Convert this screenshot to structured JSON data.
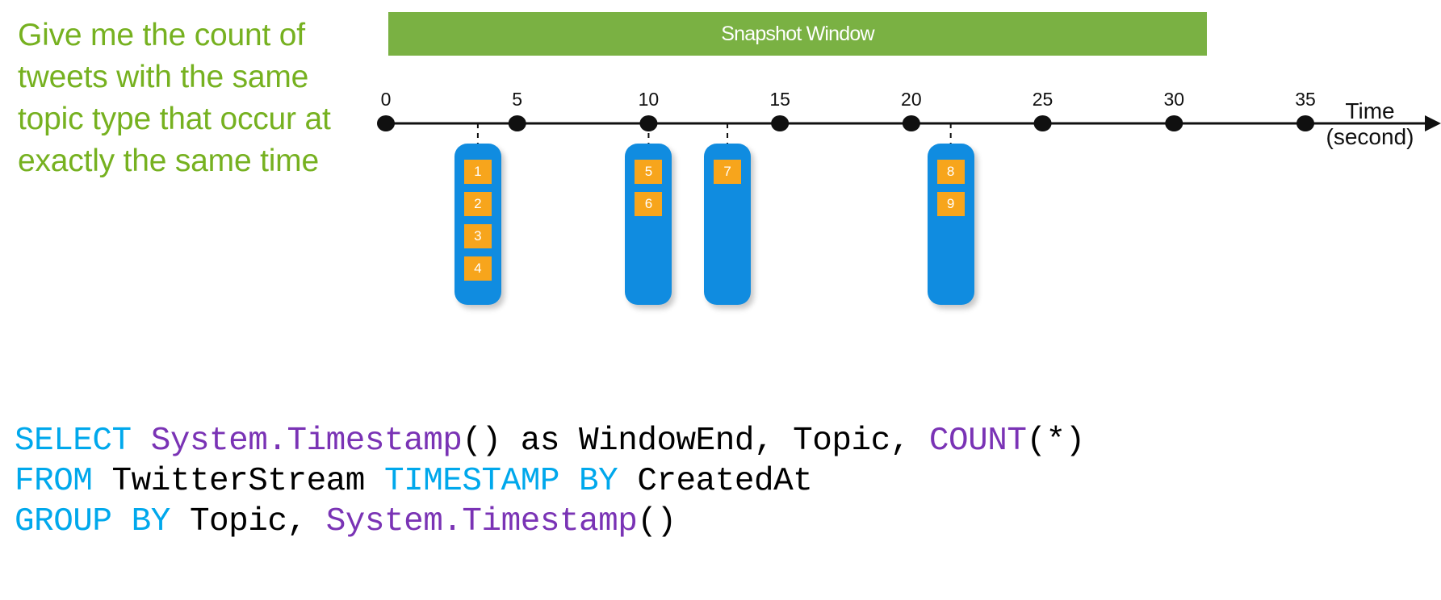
{
  "prompt": {
    "text": "Give me the count of tweets with the same topic type that occur at exactly the same time",
    "color": "#76B120"
  },
  "header": {
    "title": "Snapshot Window",
    "background": "#7AB143",
    "text_color": "#FFFFFF"
  },
  "axis": {
    "title_line1": "Time",
    "title_line2": "(second)",
    "unit": "second",
    "ticks": [
      {
        "label": "0",
        "value": 0
      },
      {
        "label": "5",
        "value": 5
      },
      {
        "label": "10",
        "value": 10
      },
      {
        "label": "15",
        "value": 15
      },
      {
        "label": "20",
        "value": 20
      },
      {
        "label": "25",
        "value": 25
      },
      {
        "label": "30",
        "value": 30
      },
      {
        "label": "35",
        "value": 35
      }
    ]
  },
  "event_groups": [
    {
      "id": "group-1",
      "time": 3.5,
      "tiles": [
        "1",
        "2",
        "3",
        "4"
      ],
      "color": "#108CE0",
      "tile_color": "#F7A51C"
    },
    {
      "id": "group-2",
      "time": 10,
      "tiles": [
        "5",
        "6"
      ],
      "color": "#108CE0",
      "tile_color": "#F7A51C"
    },
    {
      "id": "group-3",
      "time": 13,
      "tiles": [
        "7"
      ],
      "color": "#108CE0",
      "tile_color": "#F7A51C"
    },
    {
      "id": "group-4",
      "time": 21.5,
      "tiles": [
        "8",
        "9"
      ],
      "color": "#108CE0",
      "tile_color": "#F7A51C"
    }
  ],
  "sql": {
    "lines": [
      [
        {
          "t": "SELECT",
          "c": "kw"
        },
        {
          "t": " ",
          "c": "pln"
        },
        {
          "t": "System.Timestamp",
          "c": "fn"
        },
        {
          "t": "() as WindowEnd, Topic, ",
          "c": "pln"
        },
        {
          "t": "COUNT",
          "c": "fn"
        },
        {
          "t": "(*)",
          "c": "pln"
        }
      ],
      [
        {
          "t": "FROM",
          "c": "kw"
        },
        {
          "t": " TwitterStream ",
          "c": "pln"
        },
        {
          "t": "TIMESTAMP BY",
          "c": "kw"
        },
        {
          "t": " CreatedAt",
          "c": "pln"
        }
      ],
      [
        {
          "t": "GROUP BY",
          "c": "kw"
        },
        {
          "t": " Topic, ",
          "c": "pln"
        },
        {
          "t": "System.Timestamp",
          "c": "fn"
        },
        {
          "t": "()",
          "c": "pln"
        }
      ]
    ],
    "plain_text": "SELECT System.Timestamp() as WindowEnd, Topic, COUNT(*)\nFROM TwitterStream TIMESTAMP BY CreatedAt\nGROUP BY Topic, System.Timestamp()",
    "colors": {
      "keyword": "#00A8EC",
      "function": "#7A33B5",
      "plain": "#000000"
    }
  },
  "chart_data": {
    "type": "timeline",
    "title": "Snapshot Window",
    "xlabel": "Time (second)",
    "xlim": [
      0,
      35
    ],
    "x_ticks": [
      0,
      5,
      10,
      15,
      20,
      25,
      30,
      35
    ],
    "grid": false,
    "legend": "none",
    "events": [
      {
        "group": 1,
        "time": 3.5,
        "ids": [
          1,
          2,
          3,
          4
        ]
      },
      {
        "group": 2,
        "time": 10,
        "ids": [
          5,
          6
        ]
      },
      {
        "group": 3,
        "time": 13,
        "ids": [
          7
        ]
      },
      {
        "group": 4,
        "time": 21.5,
        "ids": [
          8,
          9
        ]
      }
    ]
  }
}
